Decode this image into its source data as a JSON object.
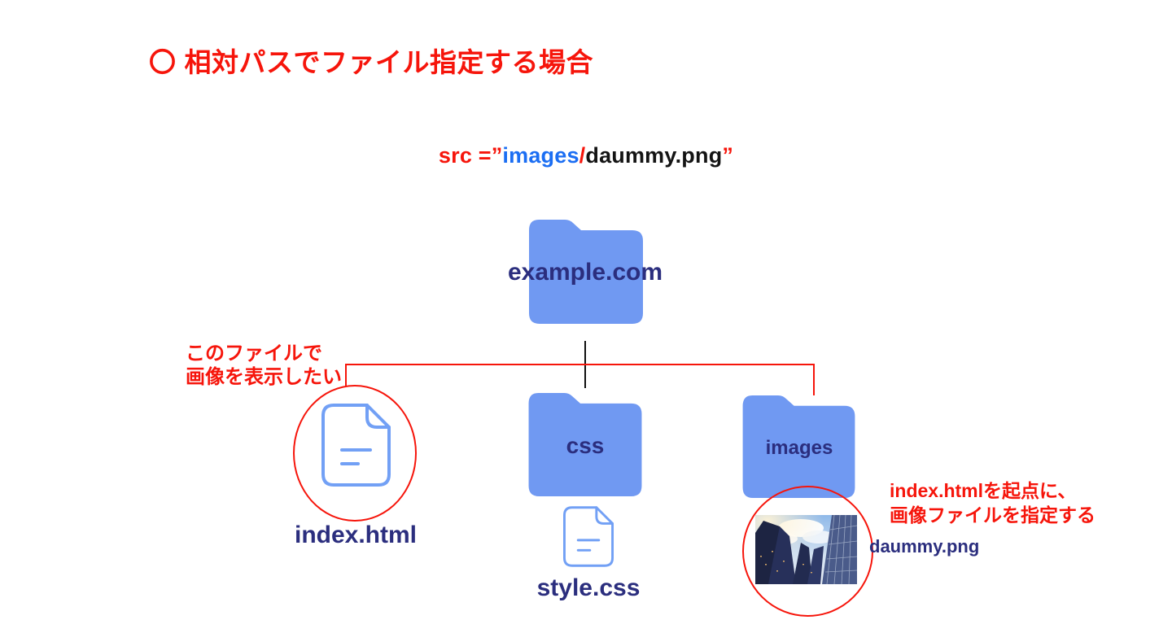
{
  "title": {
    "marker": "〇",
    "text": "相対パスでファイル指定する場合"
  },
  "code": {
    "keyword": "src =",
    "open_quote": "”",
    "folder": "images",
    "separator": "/",
    "file": "daummy.png",
    "close_quote": "”"
  },
  "tree": {
    "root_folder": "example.com",
    "html_file": "index.html",
    "css_folder": "css",
    "css_file": "style.css",
    "images_folder": "images",
    "image_file": "daummy.png"
  },
  "annotations": {
    "html_note_line1": "このファイルで",
    "html_note_line2": "画像を表示したい",
    "image_note_line1": "index.htmlを起点に、",
    "image_note_line2": "画像ファイルを指定する"
  },
  "colors": {
    "accent_red": "#f6150b",
    "folder_blue": "#7099f2",
    "navy": "#2b2e7e",
    "link_blue": "#1b6ef3",
    "code_black": "#141414",
    "icon_stroke": "#72a0f5",
    "line_black": "#111111"
  }
}
